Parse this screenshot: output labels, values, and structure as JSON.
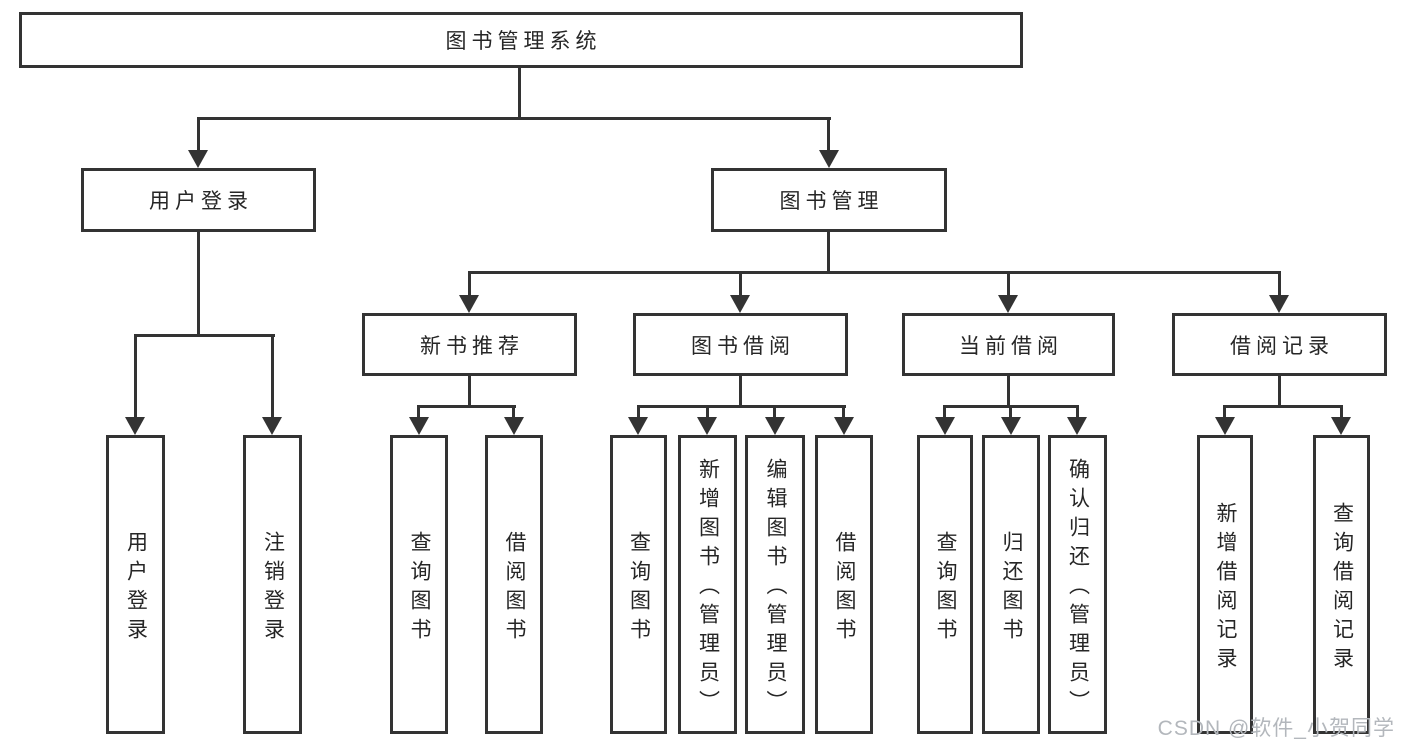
{
  "colors": {
    "background": "#ffffff",
    "line": "#333333",
    "box_border": "#333333",
    "box_background": "#ffffff",
    "text": "#262626",
    "watermark": "#b3b7bc"
  },
  "diagram": {
    "type": "tree",
    "root": {
      "label": "图书管理系统"
    },
    "branches": [
      {
        "label": "用户登录",
        "children": [
          {
            "label": "用户登录"
          },
          {
            "label": "注销登录"
          }
        ]
      },
      {
        "label": "图书管理",
        "children": [
          {
            "label": "新书推荐",
            "children": [
              {
                "label": "查询图书"
              },
              {
                "label": "借阅图书"
              }
            ]
          },
          {
            "label": "图书借阅",
            "children": [
              {
                "label": "查询图书"
              },
              {
                "label": "新增图书（管理员）"
              },
              {
                "label": "编辑图书（管理员）"
              },
              {
                "label": "借阅图书"
              }
            ]
          },
          {
            "label": "当前借阅",
            "children": [
              {
                "label": "查询图书"
              },
              {
                "label": "归还图书"
              },
              {
                "label": "确认归还（管理员）"
              }
            ]
          },
          {
            "label": "借阅记录",
            "children": [
              {
                "label": "新增借阅记录"
              },
              {
                "label": "查询借阅记录"
              }
            ]
          }
        ]
      }
    ]
  },
  "watermark": {
    "text": "CSDN @软件_小贺同学"
  }
}
